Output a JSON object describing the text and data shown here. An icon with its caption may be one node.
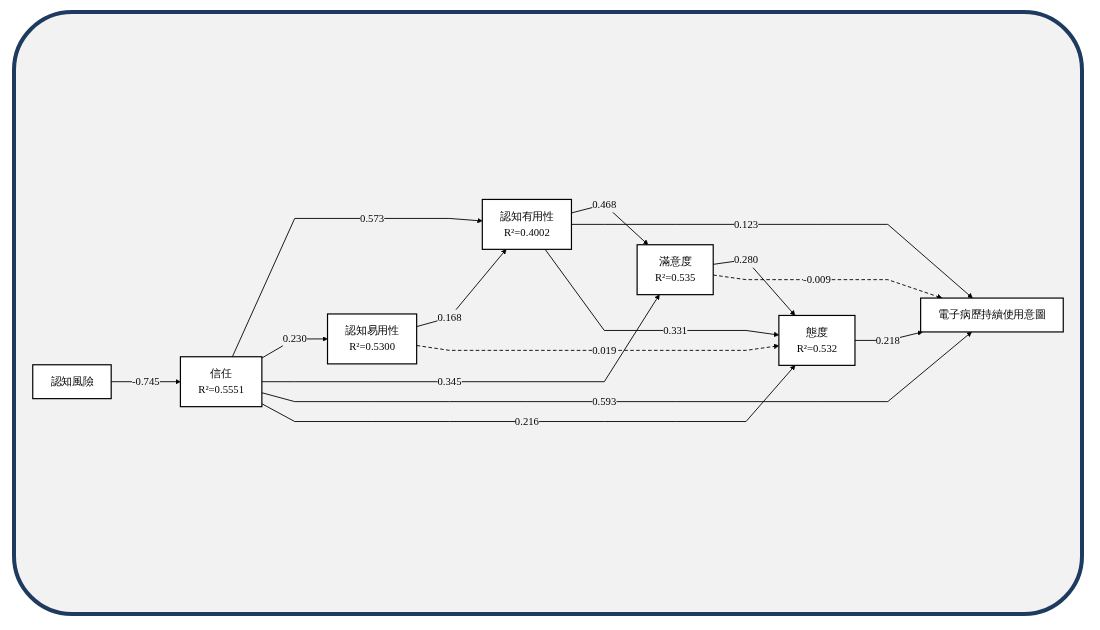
{
  "diagram": {
    "nodes": [
      {
        "text": [
          "認知風險"
        ]
      },
      {
        "text": [
          "信任",
          "R²=0.5551"
        ]
      },
      {
        "text": [
          "認知有用性",
          "R²=0.4002"
        ]
      },
      {
        "text": [
          "滿意度",
          "R²=0.535"
        ]
      },
      {
        "text": [
          "認知易用性",
          "R²=0.5300"
        ]
      },
      {
        "text": [
          "態度",
          "R²=0.532"
        ]
      },
      {
        "text": [
          "電子病歷持續使用意圖"
        ]
      }
    ],
    "edges": [
      {
        "from": 0,
        "to": 1,
        "arrow": "to",
        "label": "-0.745"
      },
      {
        "from": 1,
        "to": 2,
        "arrow": "to",
        "label": "0.573"
      },
      {
        "from": 1,
        "to": 4,
        "arrow": "to",
        "label": "0.230"
      },
      {
        "from": 4,
        "to": 2,
        "arrow": "to",
        "label": "0.168"
      },
      {
        "from": 2,
        "to": 3,
        "arrow": "to",
        "label": "0.468"
      },
      {
        "from": 1,
        "to": 3,
        "arrow": "to",
        "label": "0.345"
      },
      {
        "from": 2,
        "to": 6,
        "arrow": "to",
        "label": "0.123"
      },
      {
        "from": 1,
        "to": 6,
        "arrow": "to",
        "label": "0.593"
      },
      {
        "from": 1,
        "to": 5,
        "arrow": "to",
        "label": "0.216"
      },
      {
        "from": 2,
        "to": 5,
        "arrow": "to",
        "label": "0.331"
      },
      {
        "from": 3,
        "to": 5,
        "arrow": "to",
        "label": "0.280"
      },
      {
        "from": 4,
        "to": 5,
        "arrow": "to",
        "label": "0.019",
        "style": "dashed"
      },
      {
        "from": 3,
        "to": 6,
        "arrow": "to",
        "label": "-0.009",
        "style": "dashed"
      },
      {
        "from": 5,
        "to": 6,
        "arrow": "to",
        "label": "0.218"
      }
    ]
  }
}
